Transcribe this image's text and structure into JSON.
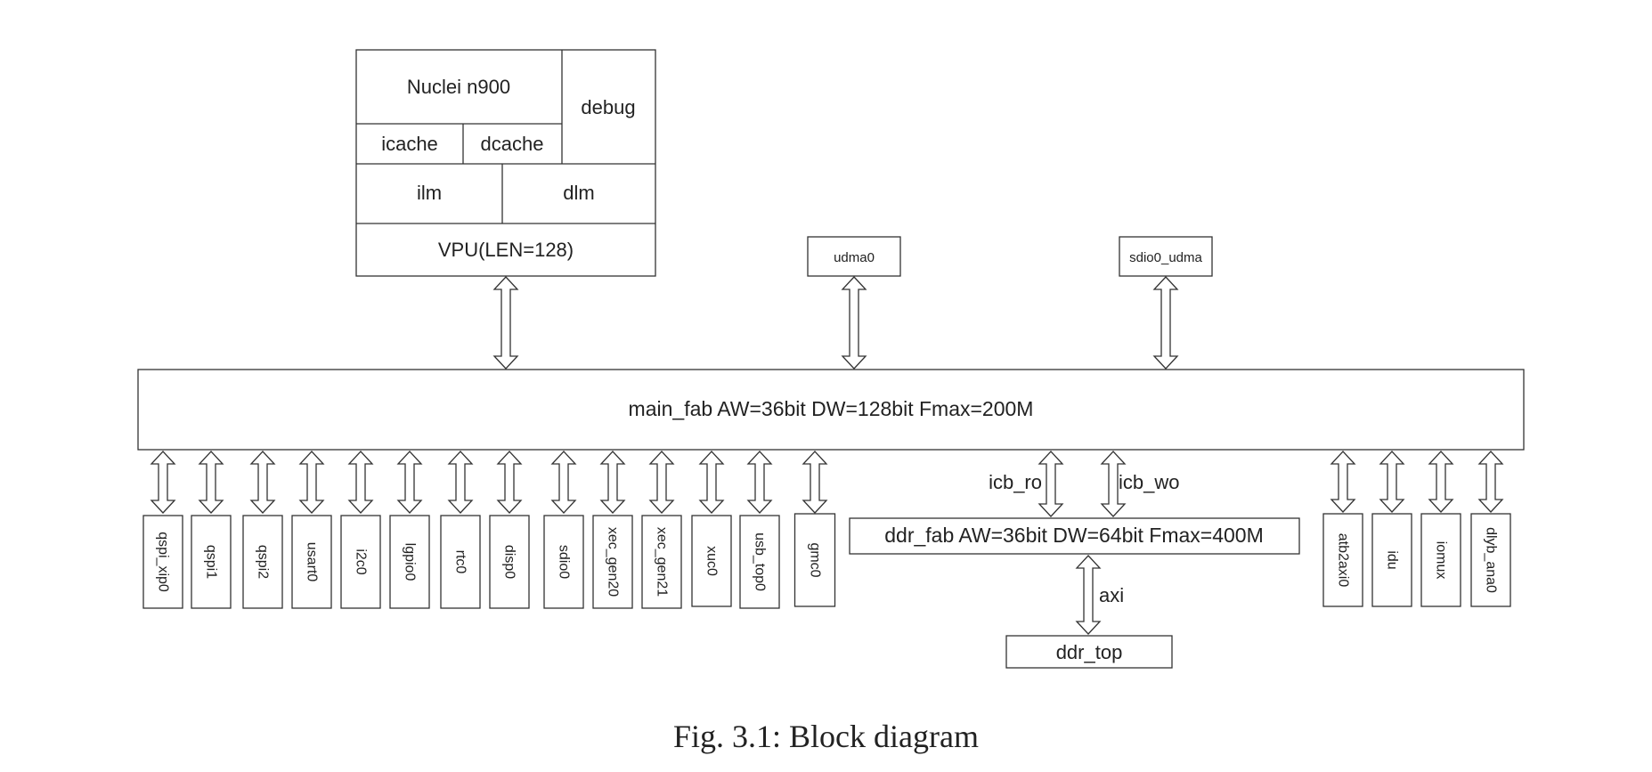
{
  "cpu": {
    "core": "Nuclei n900",
    "debug": "debug",
    "icache": "icache",
    "dcache": "dcache",
    "ilm": "ilm",
    "dlm": "dlm",
    "vpu": "VPU(LEN=128)"
  },
  "masters": {
    "udma": "udma0",
    "sdio_udma": "sdio0_udma"
  },
  "main_fab": "main_fab AW=36bit DW=128bit Fmax=200M",
  "peripherals_left": [
    "qspi_xip0",
    "qspi1",
    "qspi2",
    "usart0",
    "i2c0",
    "lgpio0",
    "rtc0",
    "disp0",
    "sdio0",
    "xec_gen20",
    "xec_gen21",
    "xuc0",
    "usb_top0",
    "gmc0"
  ],
  "ddr": {
    "icb_ro": "icb_ro",
    "icb_wo": "icb_wo",
    "fab": "ddr_fab AW=36bit DW=64bit Fmax=400M",
    "axi": "axi",
    "top": "ddr_top"
  },
  "peripherals_right": [
    "atb2axi0",
    "idu",
    "iomux",
    "dlyb_ana0"
  ],
  "caption": {
    "fig": "Fig. 3.1:",
    "title": "Block diagram"
  }
}
